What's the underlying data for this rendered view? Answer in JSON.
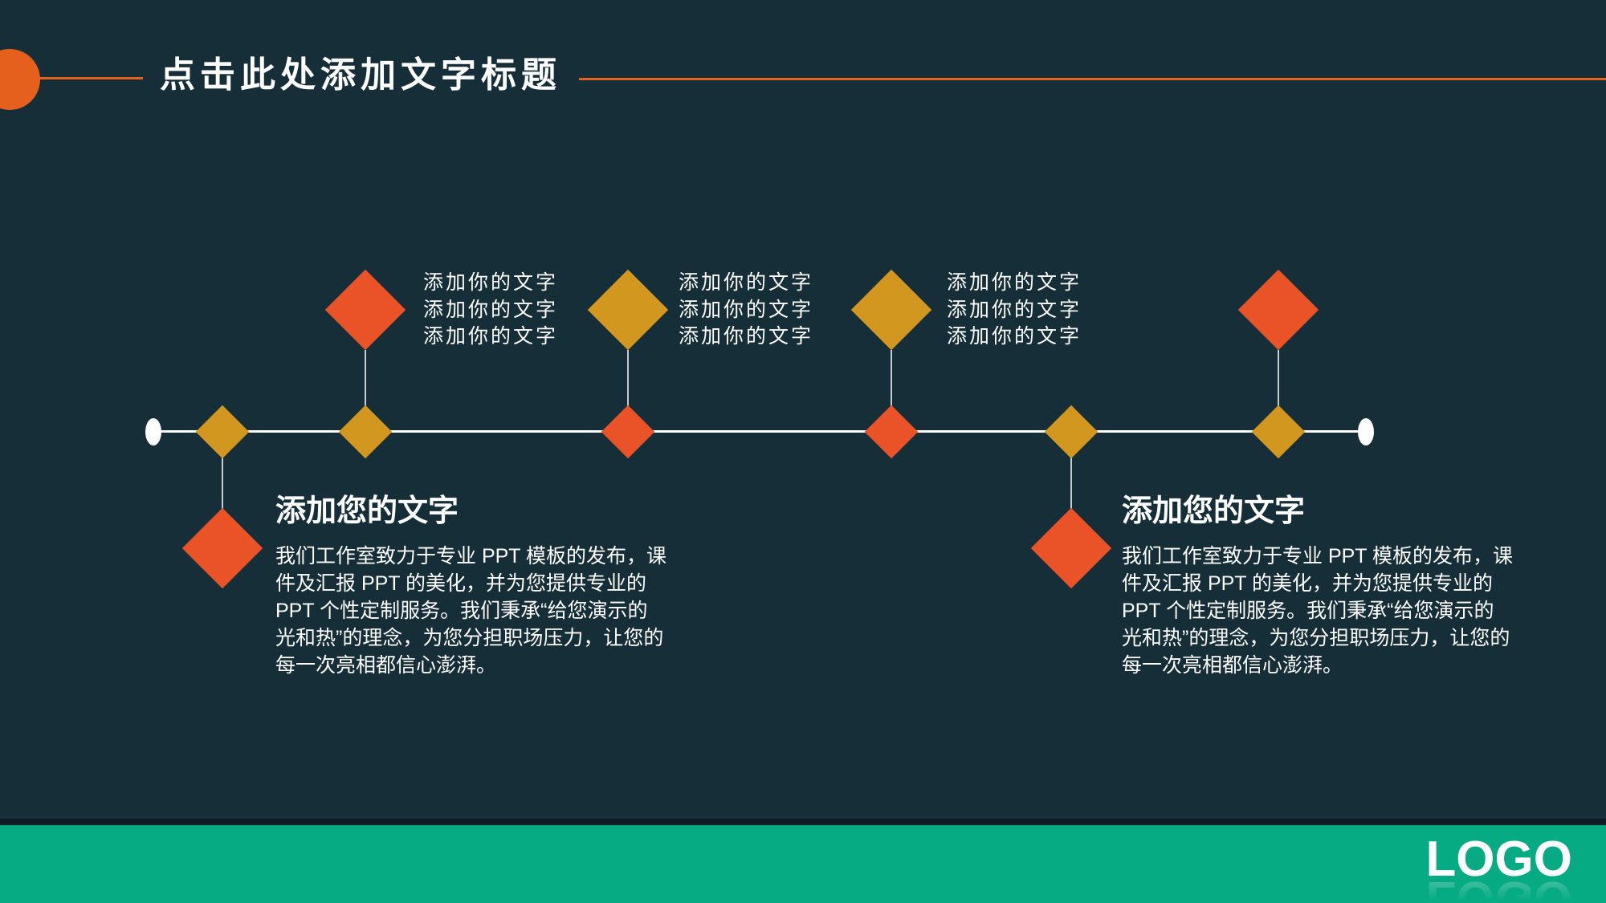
{
  "slide": {
    "title": "点击此处添加文字标题",
    "colors": {
      "background": "#152E37",
      "accent_orange": "#E4601C",
      "diamond_orange": "#E95327",
      "diamond_gold": "#D2971F",
      "connector_gray": "#C7CDD1",
      "timeline_white": "#FFFFFF",
      "footer_green": "#07AB83",
      "footer_dark_strip": "#0E1C24"
    }
  },
  "timeline": {
    "top_groups": [
      {
        "lines": [
          "添加你的文字",
          "添加你的文字",
          "添加你的文字"
        ]
      },
      {
        "lines": [
          "添加你的文字",
          "添加你的文字",
          "添加你的文字"
        ]
      },
      {
        "lines": [
          "添加你的文字",
          "添加你的文字",
          "添加你的文字"
        ]
      }
    ]
  },
  "detail_blocks": [
    {
      "heading": "添加您的文字",
      "body_lines": [
        "我们工作室致力于专业 PPT 模板的发布，课",
        "件及汇报 PPT 的美化，并为您提供专业的",
        "PPT 个性定制服务。我们秉承“给您演示的",
        "光和热”的理念，为您分担职场压力，让您的",
        "每一次亮相都信心澎湃。"
      ]
    },
    {
      "heading": "添加您的文字",
      "body_lines": [
        "我们工作室致力于专业 PPT 模板的发布，课",
        "件及汇报 PPT 的美化，并为您提供专业的",
        "PPT 个性定制服务。我们秉承“给您演示的",
        "光和热”的理念，为您分担职场压力，让您的",
        "每一次亮相都信心澎湃。"
      ]
    }
  ],
  "footer": {
    "logo_text": "LOGO"
  }
}
